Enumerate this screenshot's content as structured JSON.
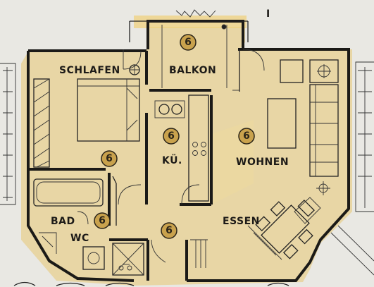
{
  "rooms": {
    "schlafen": "SCHLAFEN",
    "balkon": "BALKON",
    "kueche": "KÜ.",
    "wohnen": "WOHNEN",
    "bad": "BAD",
    "wc": "WC",
    "essen": "ESSEN"
  },
  "markers": {
    "balkon": "6",
    "kueche": "6",
    "wohnen": "6",
    "flur": "6",
    "bad": "6",
    "flur_unten": "6"
  },
  "corner_mark": "I",
  "colors": {
    "paper": "#e9e8e3",
    "highlight": "#e8c673",
    "ink": "#1b1a17"
  }
}
